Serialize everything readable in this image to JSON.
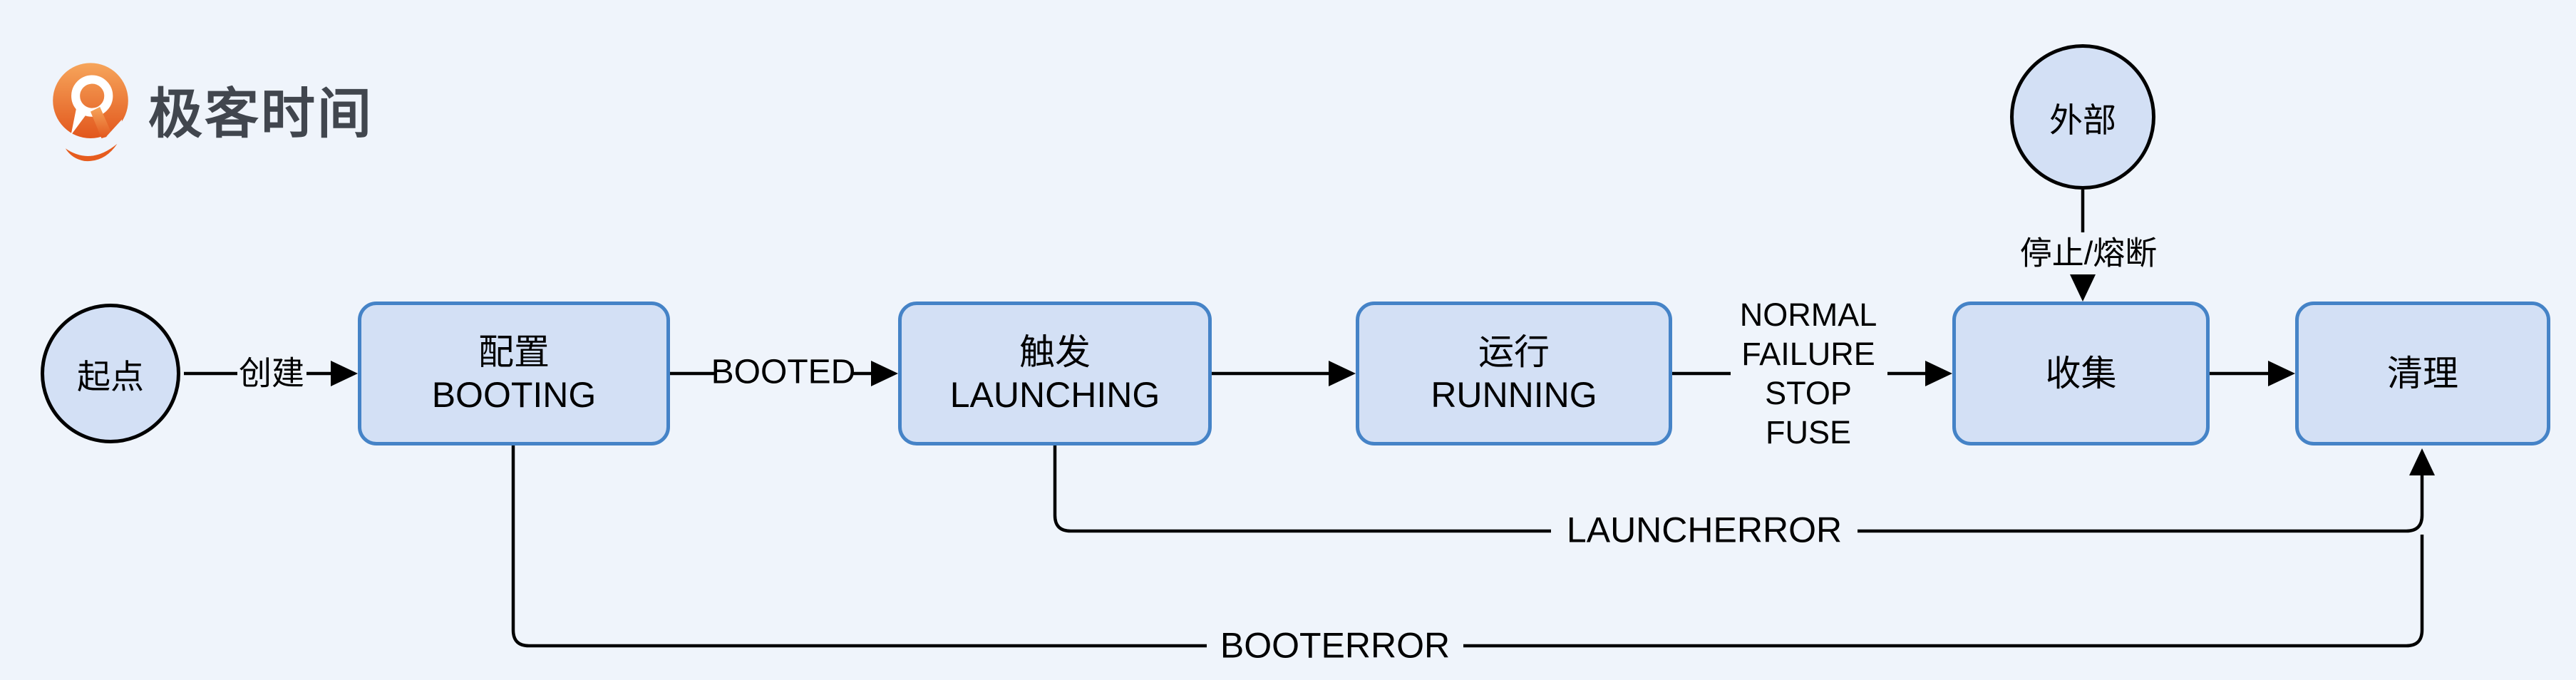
{
  "logo": {
    "brand_text": "极客时间",
    "icon": "geektime-pin-icon",
    "icon_gradient_top": "#f6a55b",
    "icon_gradient_bottom": "#e2571d",
    "text_color": "#41464e"
  },
  "diagram": {
    "colors": {
      "background": "#eff4fb",
      "node_fill": "#d3e0f5",
      "box_border": "#4583c7",
      "circle_border": "#000000",
      "line": "#000000",
      "text": "#000000"
    },
    "nodes": {
      "start": {
        "shape": "circle",
        "label": "起点"
      },
      "external": {
        "shape": "circle",
        "label": "外部"
      },
      "booting": {
        "shape": "box",
        "label_cn": "配置",
        "label_en": "BOOTING"
      },
      "launching": {
        "shape": "box",
        "label_cn": "触发",
        "label_en": "LAUNCHING"
      },
      "running": {
        "shape": "box",
        "label_cn": "运行",
        "label_en": "RUNNING"
      },
      "collect": {
        "shape": "box",
        "label": "收集"
      },
      "cleanup": {
        "shape": "box",
        "label": "清理"
      }
    },
    "edges": {
      "create": {
        "from": "start",
        "to": "booting",
        "label": "创建"
      },
      "booted": {
        "from": "booting",
        "to": "launching",
        "label": "BOOTED"
      },
      "launch_to_run": {
        "from": "launching",
        "to": "running",
        "label": ""
      },
      "run_to_collect": {
        "from": "running",
        "to": "collect",
        "label_lines": [
          "NORMAL",
          "FAILURE",
          "STOP",
          "FUSE"
        ]
      },
      "stop_fuse": {
        "from": "external",
        "to": "collect",
        "label": "停止/熔断"
      },
      "collect_to_cleanup": {
        "from": "collect",
        "to": "cleanup",
        "label": ""
      },
      "launcherror": {
        "from": "launching",
        "to": "cleanup",
        "label": "LAUNCHERROR"
      },
      "booterror": {
        "from": "booting",
        "to": "cleanup",
        "label": "BOOTERROR"
      }
    }
  }
}
